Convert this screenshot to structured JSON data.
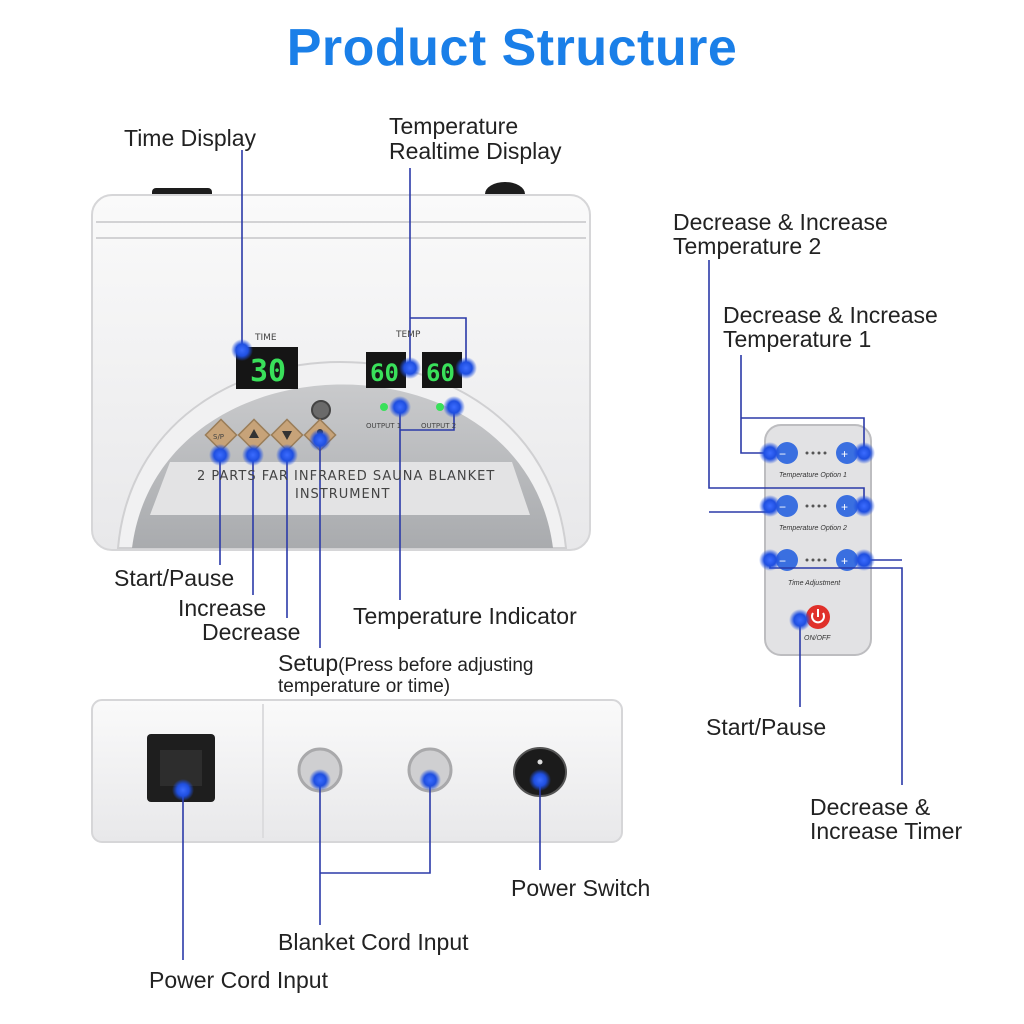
{
  "title": "Product Structure",
  "labels": {
    "time_display": "Time Display",
    "temp_realtime_1": "Temperature",
    "temp_realtime_2": "Realtime Display",
    "start_pause": "Start/Pause",
    "increase": "Increase",
    "decrease": "Decrease",
    "temp_indicator": "Temperature Indicator",
    "setup": "Setup",
    "setup_note_1": "(Press before adjusting",
    "setup_note_2": "temperature or time)",
    "dec_inc_temp2_1": "Decrease & Increase",
    "dec_inc_temp2_2": "Temperature 2",
    "dec_inc_temp1_1": "Decrease & Increase",
    "dec_inc_temp1_2": "Temperature 1",
    "remote_start_pause": "Start/Pause",
    "dec_inc_timer_1": "Decrease &",
    "dec_inc_timer_2": "Increase Timer",
    "power_switch": "Power Switch",
    "blanket_cord_input": "Blanket Cord Input",
    "power_cord_input": "Power Cord Input"
  },
  "panel": {
    "time_label": "TIME",
    "time_value": "30",
    "temp_label": "TEMP",
    "temp1_value": "60",
    "temp2_value": "60",
    "output1": "OUTPUT 1",
    "output2": "OUTPUT 2",
    "sp_button": "S/P",
    "name_line1": "2 PARTS FAR INFRARED SAUNA BLANKET",
    "name_line2": "INSTRUMENT"
  },
  "remote": {
    "option1": "Temperature Option 1",
    "option2": "Temperature Option 2",
    "time_adjust": "Time Adjustment",
    "on_off": "ON/OFF",
    "minus": "−",
    "plus": "+"
  },
  "colors": {
    "accent": "#1a7fe8",
    "marker": "#1f4fe0",
    "display_green": "#39e05a",
    "remote_red": "#e0302a"
  }
}
